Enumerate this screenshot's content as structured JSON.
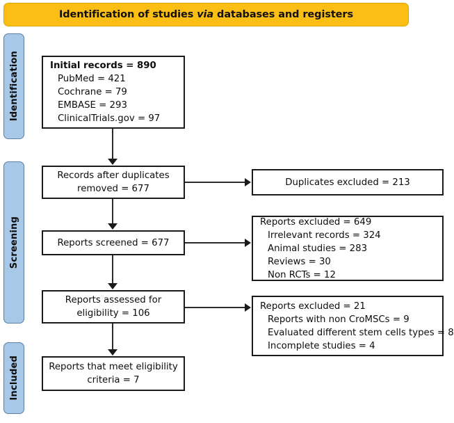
{
  "header": {
    "text_before": "Identification of studies ",
    "text_italic": "via",
    "text_after": " databases and registers",
    "full_text": "Identification of studies via databases and registers",
    "background_color": "#FBBE14",
    "border_color": "#E0A200"
  },
  "stages": [
    {
      "key": "identification",
      "label": "Identification",
      "color": "#A8C8E8"
    },
    {
      "key": "screening",
      "label": "Screening",
      "color": "#A8C8E8"
    },
    {
      "key": "included",
      "label": "Included",
      "color": "#A8C8E8"
    }
  ],
  "boxes": {
    "initial_records": {
      "title": "Initial records = 890",
      "items": [
        "PubMed = 421",
        "Cochrane = 79",
        "EMBASE = 293",
        "ClinicalTrials.gov = 97"
      ]
    },
    "after_duplicates": {
      "line1": "Records after duplicates",
      "line2": "removed = 677"
    },
    "reports_screened": {
      "line1": "Reports screened = 677"
    },
    "assessed_eligibility": {
      "line1": "Reports assessed for",
      "line2": "eligibility = 106"
    },
    "included_final": {
      "line1": "Reports that meet eligibility",
      "line2": "criteria = 7"
    },
    "duplicates_excluded": {
      "line1": "Duplicates excluded = 213"
    },
    "reports_excluded_screening": {
      "title": "Reports excluded = 649",
      "items": [
        "Irrelevant records = 324",
        "Animal studies = 283",
        "Reviews = 30",
        "Non RCTs = 12"
      ]
    },
    "reports_excluded_eligibility": {
      "title": "Reports excluded = 21",
      "items": [
        "Reports with non CroMSCs = 9",
        "Evaluated different stem cells types = 8",
        "Incomplete studies = 4"
      ]
    }
  },
  "colors": {
    "box_border": "#1a1a1a",
    "connector": "#2b2b2b",
    "text": "#0d0d0d",
    "page_background": "#ffffff"
  }
}
